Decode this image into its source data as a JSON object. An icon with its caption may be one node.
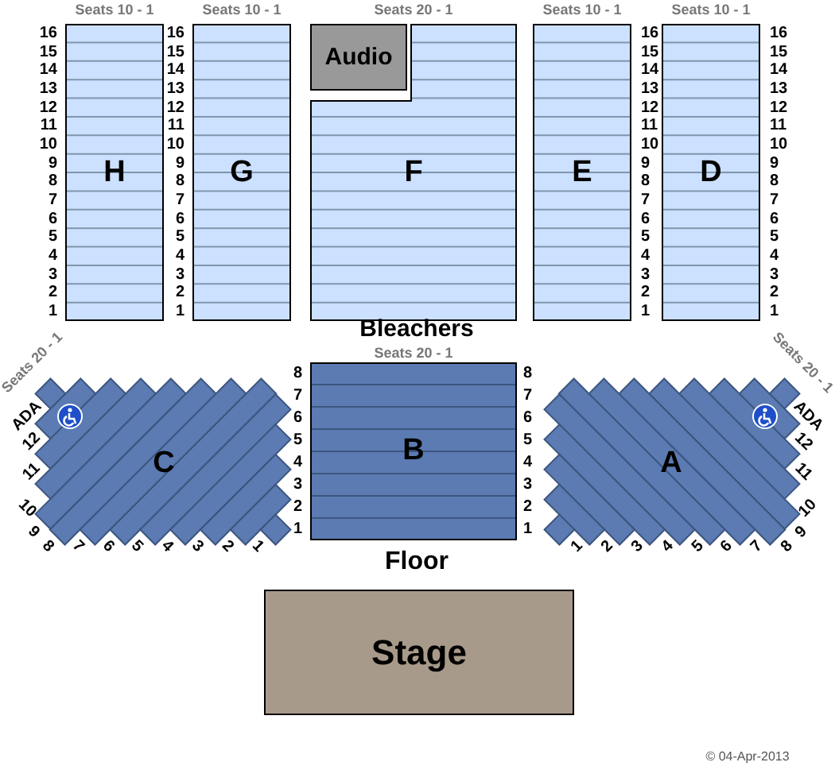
{
  "diagram": {
    "nodes": [
      {
        "text": [
          "H"
        ],
        "beside": [
          "Seats 10 - 1",
          "16",
          "15",
          "14",
          "13",
          "12",
          "11",
          "10",
          "9",
          "8",
          "7",
          "6",
          "5",
          "4",
          "3",
          "2",
          "1"
        ]
      },
      {
        "text": [
          "G"
        ],
        "beside": [
          "Seats 10 - 1",
          "16",
          "15",
          "14",
          "13",
          "12",
          "11",
          "10",
          "9",
          "8",
          "7",
          "6",
          "5",
          "4",
          "3",
          "2",
          "1"
        ]
      },
      {
        "text": [
          "Audio"
        ]
      },
      {
        "text": [
          "F"
        ],
        "beside": [
          "Seats 20 - 1"
        ]
      },
      {
        "text": [
          "E"
        ],
        "beside": [
          "Seats 10 - 1",
          "16",
          "15",
          "14",
          "13",
          "12",
          "11",
          "10",
          "9",
          "8",
          "7",
          "6",
          "5",
          "4",
          "3",
          "2",
          "1"
        ]
      },
      {
        "text": [
          "D"
        ],
        "beside": [
          "Seats 10 - 1",
          "16",
          "15",
          "14",
          "13",
          "12",
          "11",
          "10",
          "9",
          "8",
          "7",
          "6",
          "5",
          "4",
          "3",
          "2",
          "1"
        ]
      },
      {
        "text": [
          "C"
        ],
        "beside": [
          "Seats 20 - 1",
          "ADA",
          "12",
          "11",
          "10",
          "9",
          "8",
          "7",
          "6",
          "5",
          "4",
          "3",
          "2",
          "1"
        ]
      },
      {
        "text": [
          "B"
        ],
        "beside": [
          "Seats 20 - 1",
          "8",
          "7",
          "6",
          "5",
          "4",
          "3",
          "2",
          "1",
          "8",
          "7",
          "6",
          "5",
          "4",
          "3",
          "2",
          "1"
        ]
      },
      {
        "text": [
          "A"
        ],
        "beside": [
          "Seats 20 - 1",
          "1",
          "2",
          "3",
          "4",
          "5",
          "6",
          "7",
          "8",
          "9",
          "10",
          "11",
          "12",
          "ADA"
        ]
      },
      {
        "text": [
          "Stage"
        ]
      }
    ],
    "labels": [
      "Bleachers",
      "Floor",
      "© 04-Apr-2013"
    ]
  }
}
